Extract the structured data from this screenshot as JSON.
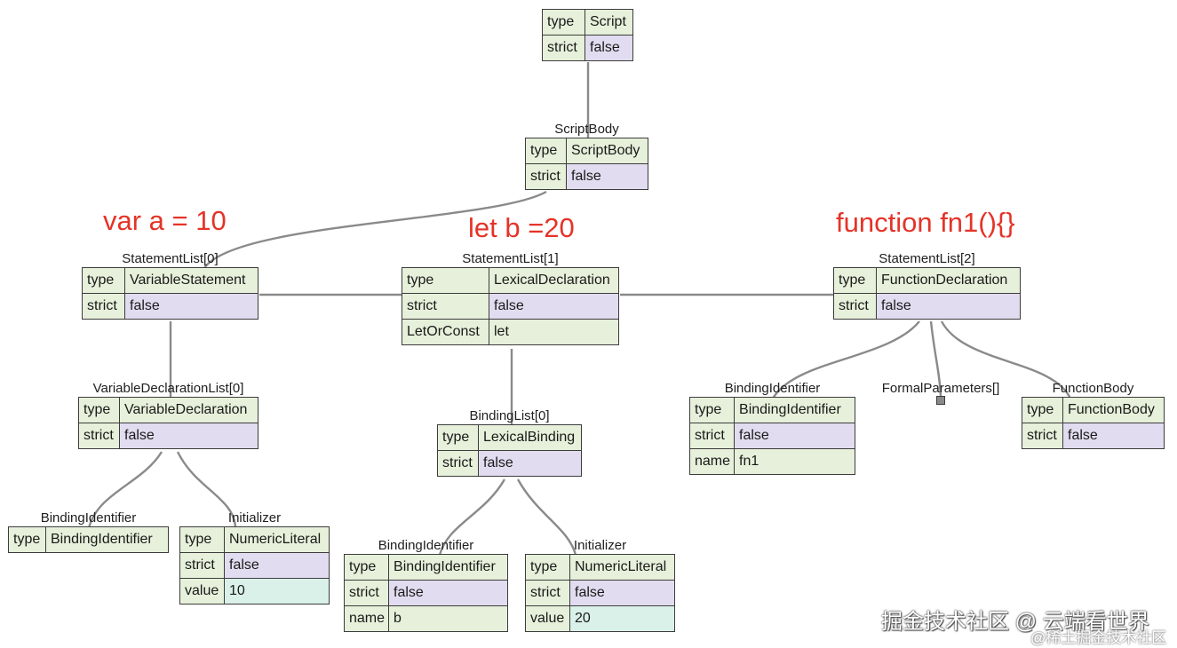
{
  "annotations": {
    "var": "var a = 10",
    "let": "let b =20",
    "func": "function fn1(){}"
  },
  "nodes": {
    "script": {
      "title": "",
      "rows": [
        [
          "type",
          "Script"
        ],
        [
          "strict",
          "false"
        ]
      ]
    },
    "script_body": {
      "title": "ScriptBody",
      "rows": [
        [
          "type",
          "ScriptBody"
        ],
        [
          "strict",
          "false"
        ]
      ]
    },
    "stmt0": {
      "title": "StatementList[0]",
      "rows": [
        [
          "type",
          "VariableStatement"
        ],
        [
          "strict",
          "false"
        ]
      ]
    },
    "stmt1": {
      "title": "StatementList[1]",
      "rows": [
        [
          "type",
          "LexicalDeclaration"
        ],
        [
          "strict",
          "false"
        ],
        [
          "LetOrConst",
          "let"
        ]
      ]
    },
    "stmt2": {
      "title": "StatementList[2]",
      "rows": [
        [
          "type",
          "FunctionDeclaration"
        ],
        [
          "strict",
          "false"
        ]
      ]
    },
    "vardecl": {
      "title": "VariableDeclarationList[0]",
      "rows": [
        [
          "type",
          "VariableDeclaration"
        ],
        [
          "strict",
          "false"
        ]
      ]
    },
    "bindid_a": {
      "title": "BindingIdentifier",
      "rows": [
        [
          "type",
          "BindingIdentifier"
        ]
      ]
    },
    "init_a": {
      "title": "Initializer",
      "rows": [
        [
          "type",
          "NumericLiteral"
        ],
        [
          "strict",
          "false"
        ],
        [
          "value",
          "10"
        ]
      ]
    },
    "bindlist": {
      "title": "BindingList[0]",
      "rows": [
        [
          "type",
          "LexicalBinding"
        ],
        [
          "strict",
          "false"
        ]
      ]
    },
    "bindid_b": {
      "title": "BindingIdentifier",
      "rows": [
        [
          "type",
          "BindingIdentifier"
        ],
        [
          "strict",
          "false"
        ],
        [
          "name",
          "b"
        ]
      ]
    },
    "init_b": {
      "title": "Initializer",
      "rows": [
        [
          "type",
          "NumericLiteral"
        ],
        [
          "strict",
          "false"
        ],
        [
          "value",
          "20"
        ]
      ]
    },
    "bindid_fn": {
      "title": "BindingIdentifier",
      "rows": [
        [
          "type",
          "BindingIdentifier"
        ],
        [
          "strict",
          "false"
        ],
        [
          "name",
          "fn1"
        ]
      ]
    },
    "formal_params": {
      "title": "FormalParameters[]"
    },
    "func_body": {
      "title": "FunctionBody",
      "rows": [
        [
          "type",
          "FunctionBody"
        ],
        [
          "strict",
          "false"
        ]
      ]
    }
  },
  "colors": {
    "key_bg": "#e6f0da",
    "type_value_bg": "#e6f0da",
    "strict_value_bg": "#e2dcf0",
    "literal_value_bg": "#daf1ea",
    "edge": "#8a8a8a",
    "annotation": "#e53328"
  },
  "watermark": {
    "main": "掘金技术社区 @ 云端看世界",
    "sub": "@稀土掘金技术社区"
  }
}
